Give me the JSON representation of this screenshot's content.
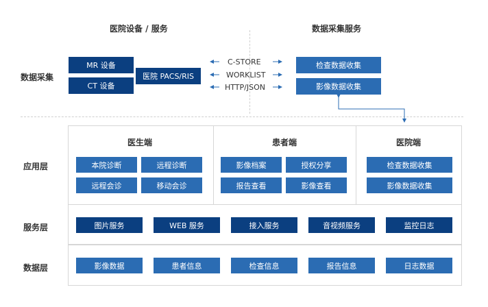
{
  "headers": {
    "hospital_equipment": "医院设备 / 服务",
    "collection_service": "数据采集服务"
  },
  "row_labels": {
    "collection": "数据采集",
    "application": "应用层",
    "service": "服务层",
    "data": "数据层"
  },
  "collection": {
    "mr": "MR 设备",
    "ct": "CT 设备",
    "pacs": "医院 PACS/RIS",
    "protocols": [
      "C-STORE",
      "WORKLIST",
      "HTTP/JSON"
    ],
    "services": [
      "检查数据收集",
      "影像数据收集"
    ]
  },
  "application": {
    "doctor": {
      "title": "医生端",
      "items": [
        "本院诊断",
        "远程诊断",
        "远程会诊",
        "移动会诊"
      ]
    },
    "patient": {
      "title": "患者端",
      "items": [
        "影像档案",
        "授权分享",
        "报告查看",
        "影像查看"
      ]
    },
    "hospital": {
      "title": "医院端",
      "items": [
        "检查数据收集",
        "影像数据收集"
      ]
    }
  },
  "service_layer": [
    "图片服务",
    "WEB 服务",
    "接入服务",
    "音视频服务",
    "监控日志"
  ],
  "data_layer": [
    "影像数据",
    "患者信息",
    "检查信息",
    "报告信息",
    "日志数据"
  ],
  "colors": {
    "dark_blue": "#0b3f80",
    "mid_blue": "#2b6cb3",
    "arrow": "#2b6cb3",
    "border": "#d6d6d6"
  }
}
